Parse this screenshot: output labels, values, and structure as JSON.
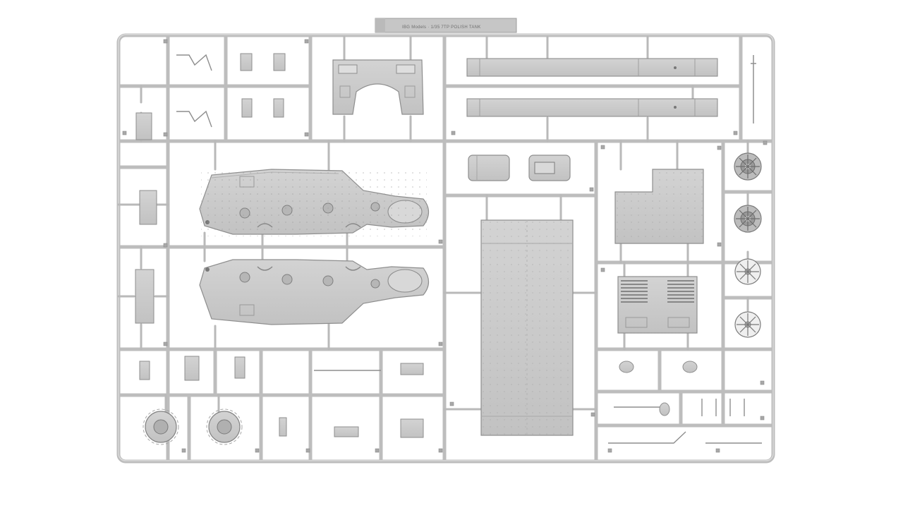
{
  "sprue": {
    "tag_text": "IBG Models · 1/35 7TP POLISH TANK"
  },
  "palette": {
    "plastic": "#c8c8c8",
    "plastic_light": "#d6d6d6",
    "plastic_dark": "#a9a9a9",
    "edge": "#8a8a8a",
    "background": "#ffffff"
  },
  "parts": [
    {
      "name": "hull-side-left-part"
    },
    {
      "name": "hull-side-right-part"
    },
    {
      "name": "hull-floor-plate-part"
    },
    {
      "name": "upper-hull-front-part"
    },
    {
      "name": "fender-track-upper-part"
    },
    {
      "name": "fender-track-lower-part"
    },
    {
      "name": "engine-deck-plate-part"
    },
    {
      "name": "engine-grille-part"
    },
    {
      "name": "storage-box-left-part"
    },
    {
      "name": "storage-box-right-part"
    },
    {
      "name": "idler-wheel-part"
    },
    {
      "name": "drive-sprocket-part"
    },
    {
      "name": "road-wheel-part"
    },
    {
      "name": "antenna-rod-part"
    }
  ]
}
